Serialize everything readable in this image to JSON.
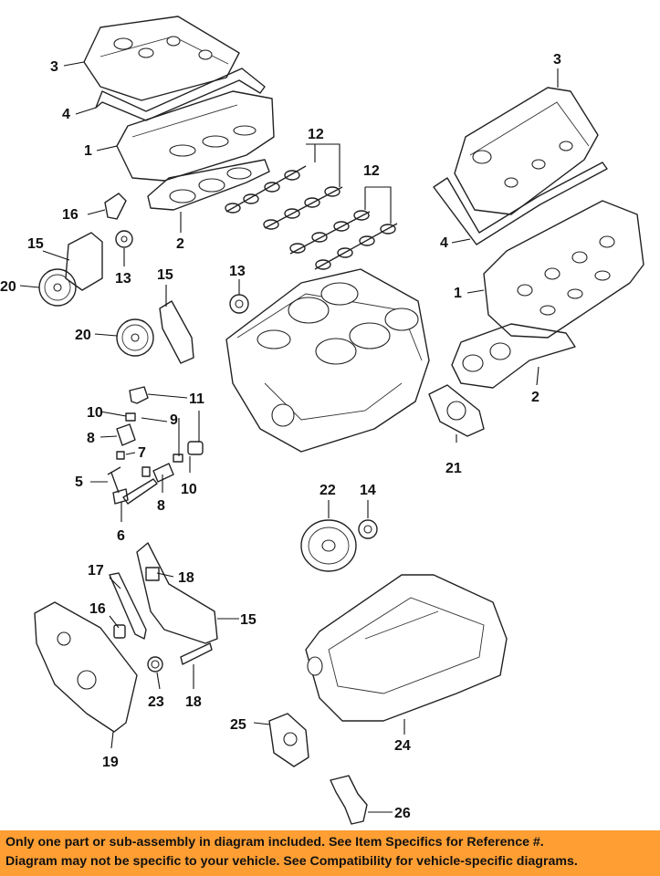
{
  "labels": {
    "c1": "1",
    "c2": "2",
    "c3": "3",
    "c4": "4",
    "c5": "5",
    "c6": "6",
    "c7": "7",
    "c8": "8",
    "c9": "9",
    "c10": "10",
    "c11": "11",
    "c12": "12",
    "c13": "13",
    "c14": "14",
    "c15": "15",
    "c16": "16",
    "c17": "17",
    "c18": "18",
    "c19": "19",
    "c20": "20",
    "c21": "21",
    "c22": "22",
    "c23": "23",
    "c24": "24",
    "c25": "25",
    "c26": "26"
  },
  "footer": {
    "line1": "Only one part or sub-assembly in diagram included. See Item Specifics for Reference #.",
    "line2": "Diagram may not be specific to your vehicle. See Compatibility for vehicle-specific diagrams."
  },
  "colors": {
    "footer_bg": "#ff9e33",
    "line": "#222222",
    "background": "#ffffff"
  }
}
